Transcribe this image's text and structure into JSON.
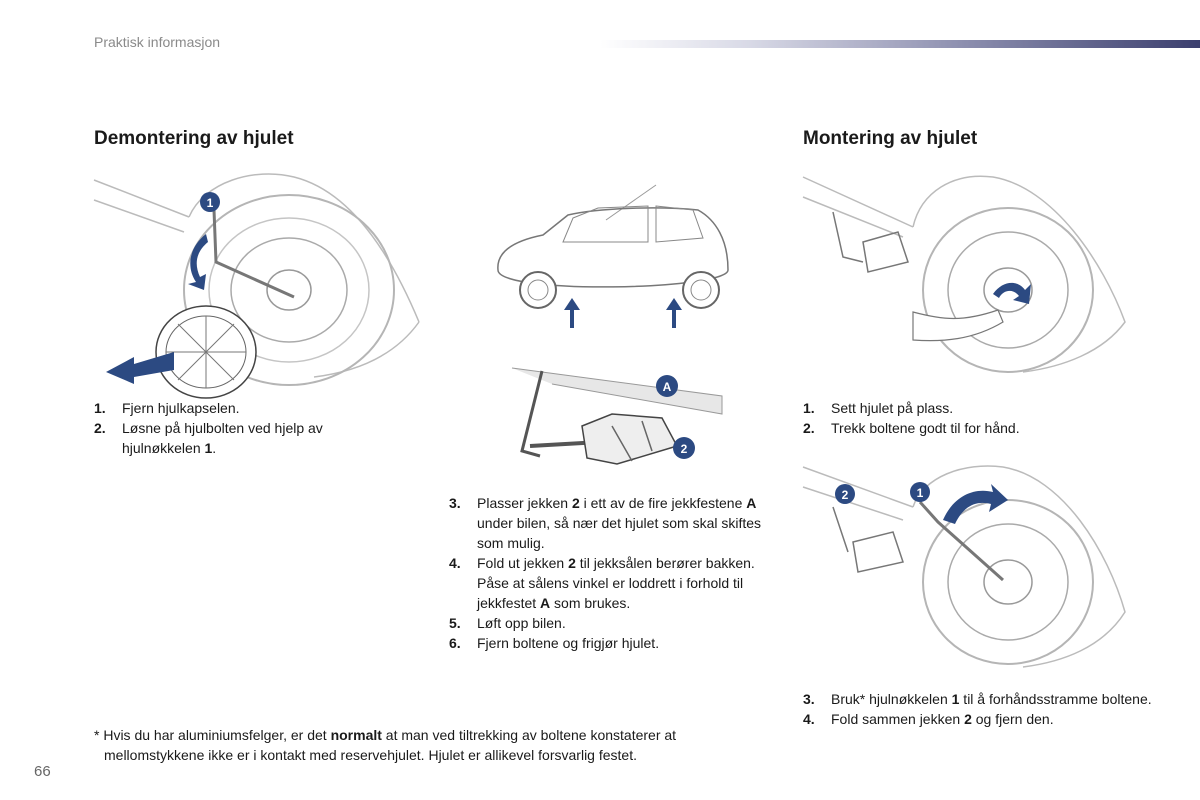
{
  "header": {
    "section": "Praktisk informasjon"
  },
  "left": {
    "title": "Demontering av hjulet",
    "steps": [
      {
        "num": "1.",
        "text": "Fjern hjulkapselen."
      },
      {
        "num": "2.",
        "pre": "Løsne på hjulbolten ved hjelp av hjulnøkkelen ",
        "bold": "1",
        "post": "."
      }
    ]
  },
  "middle": {
    "steps": [
      {
        "num": "3.",
        "t1": "Plasser jekken ",
        "b1": "2",
        "t2": " i ett av de fire jekkfestene ",
        "b2": "A",
        "t3": " under bilen, så nær det hjulet som skal skiftes som mulig."
      },
      {
        "num": "4.",
        "t1": "Fold ut jekken ",
        "b1": "2",
        "t2": " til jekksålen berører bakken. Påse at sålens vinkel er loddrett i forhold til jekkfestet ",
        "b2": "A",
        "t3": " som brukes."
      },
      {
        "num": "5.",
        "text": "Løft opp bilen."
      },
      {
        "num": "6.",
        "text": "Fjern boltene og frigjør hjulet."
      }
    ],
    "callouts": {
      "a": "A",
      "two": "2"
    }
  },
  "right": {
    "title": "Montering av hjulet",
    "steps_top": [
      {
        "num": "1.",
        "text": "Sett hjulet på plass."
      },
      {
        "num": "2.",
        "text": "Trekk boltene godt til for hånd."
      }
    ],
    "steps_bottom": [
      {
        "num": "3.",
        "pre": "Bruk* hjulnøkkelen ",
        "bold": "1",
        "post": " til å forhåndsstramme boltene."
      },
      {
        "num": "4.",
        "pre": "Fold sammen jekken ",
        "bold": "2",
        "post": " og fjern den."
      }
    ],
    "callouts": {
      "one": "1",
      "two": "2"
    }
  },
  "left_callout": "1",
  "footnote": {
    "pre": "* Hvis du har aluminiumsfelger, er det ",
    "bold": "normalt",
    "post": " at man ved tiltrekking av boltene konstaterer at",
    "line2": "mellomstykkene ikke er i kontakt med reservehjulet. Hjulet er allikevel forsvarlig festet."
  },
  "page_number": "66",
  "colors": {
    "accent": "#2c4a82",
    "header_dark": "#3b3f6e",
    "line_gray": "#9a9a9a"
  },
  "icons": [
    "callout-badge",
    "rotate-arrow-icon",
    "lift-arrow-icon",
    "pull-arrow-icon"
  ]
}
